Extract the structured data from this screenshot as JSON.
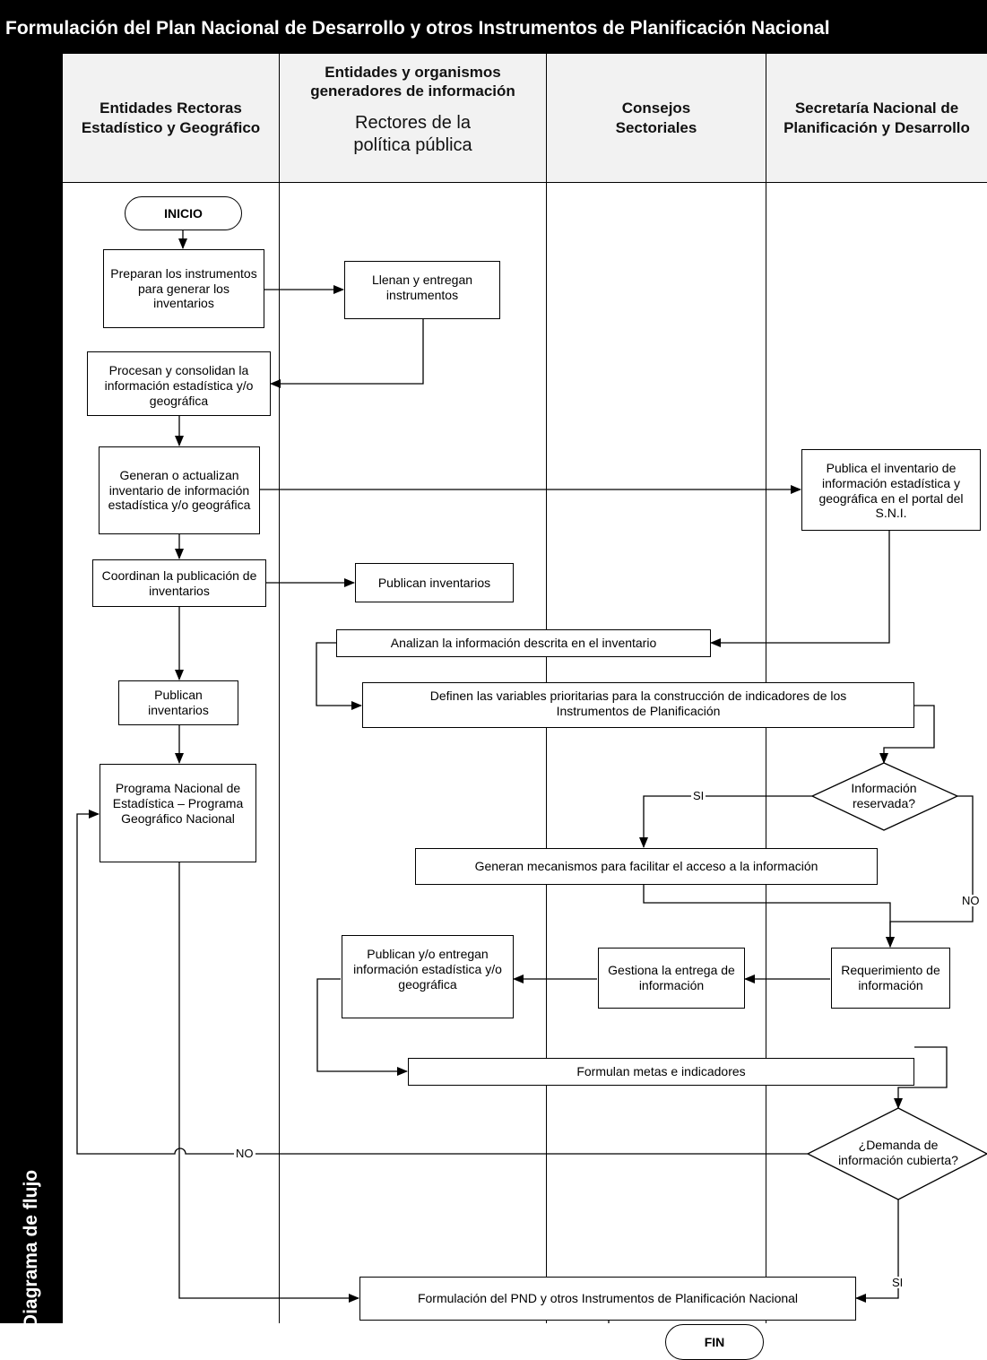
{
  "title": "Formulación del Plan Nacional de Desarrollo y otros Instrumentos de Planificación Nacional",
  "side_label": "Diagrama de flujo",
  "lanes": {
    "rectoras": "Entidades Rectoras Estadístico y Geográfico",
    "generadores": "Entidades y organismos generadores de información",
    "generadores_sub": "Rectores de la política pública",
    "consejos": "Consejos Sectoriales",
    "senplades": "Secretaría Nacional de Planificación y Desarrollo"
  },
  "nodes": {
    "inicio": "INICIO",
    "preparan": "Preparan los instrumentos para generar los inventarios",
    "llenan": "Llenan y entregan instrumentos",
    "procesan": "Procesan y consolidan la información estadística y/o geográfica",
    "generan_inventario": "Generan o actualizan inventario de información estadística y/o geográfica",
    "publica_portal": "Publica el inventario de información estadística y geográfica en el portal del S.N.I.",
    "coordinan": "Coordinan la publicación de inventarios",
    "publican_inv_2": "Publican inventarios",
    "analizan": "Analizan la información descrita en el inventario",
    "publican_inv_1": "Publican inventarios",
    "definen": "Definen las variables prioritarias para la construcción de indicadores de los Instrumentos de Planificación",
    "programa": "Programa Nacional de Estadística – Programa Geográfico Nacional",
    "info_reservada": "Información reservada?",
    "mecanismos": "Generan mecanismos para facilitar el acceso a la información",
    "publican_entregan": "Publican y/o entregan información estadística y/o geográfica",
    "gestiona": "Gestiona la entrega de información",
    "requerimiento": "Requerimiento de información",
    "metas": "Formulan metas e indicadores",
    "demanda": "¿Demanda de información cubierta?",
    "formulacion": "Formulación del PND y otros Instrumentos de Planificación Nacional",
    "fin": "FIN"
  },
  "flow_labels": {
    "si_1": "SI",
    "no_1": "NO",
    "no_2": "NO",
    "si_2": "SI"
  }
}
